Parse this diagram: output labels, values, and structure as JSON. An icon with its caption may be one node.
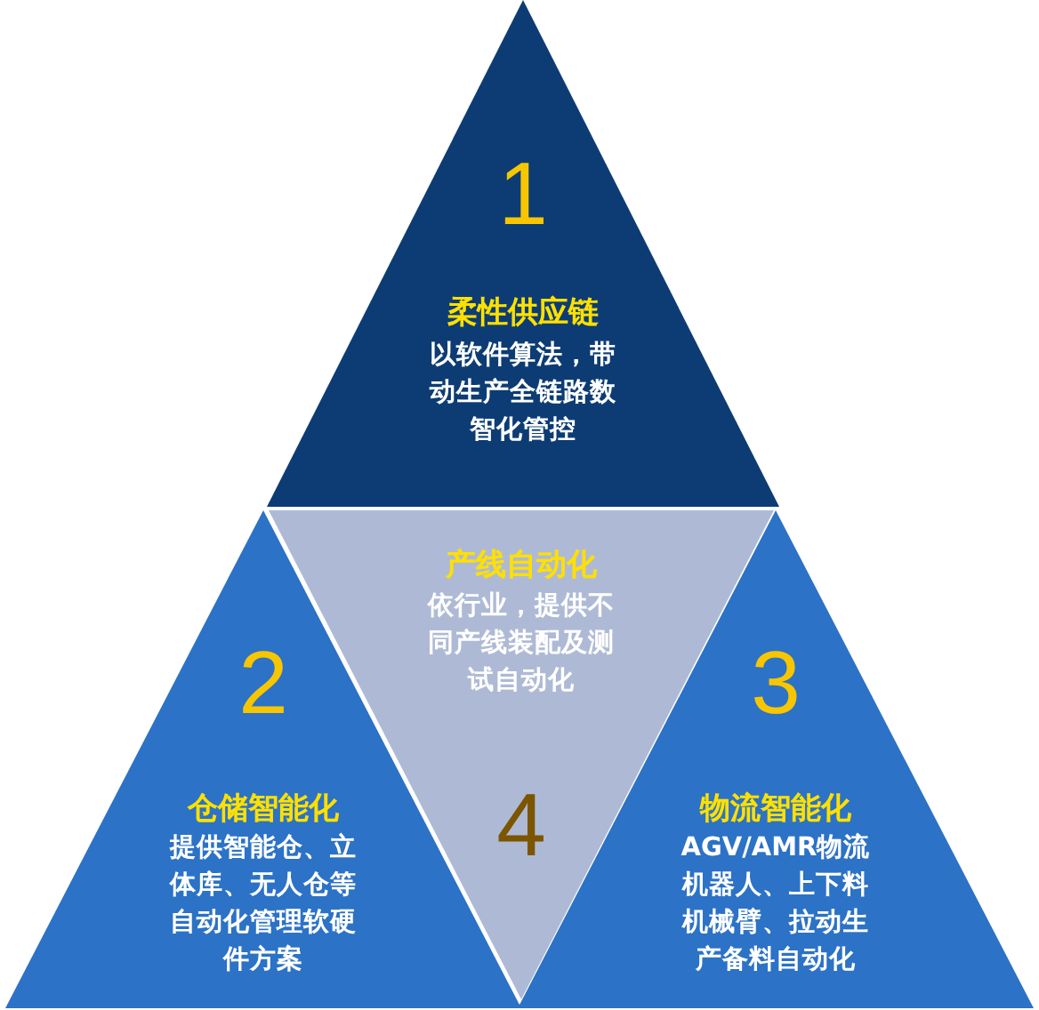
{
  "diagram": {
    "nodes": [
      {
        "text": [
          "1",
          "柔性供应链",
          "以软件算法，带动生产全链路数智化管控"
        ]
      },
      {
        "text": [
          "2",
          "仓储智能化",
          "提供智能仓、立体库、无人仓等自动化管理软硬件方案"
        ]
      },
      {
        "text": [
          "3",
          "物流智能化",
          "AGV/AMR物流机器人、上下料机械臂、拉动生产备料自动化"
        ]
      },
      {
        "text": [
          "产线自动化",
          "依行业，提供不同产线装配及测试自动化",
          "4"
        ]
      }
    ]
  }
}
